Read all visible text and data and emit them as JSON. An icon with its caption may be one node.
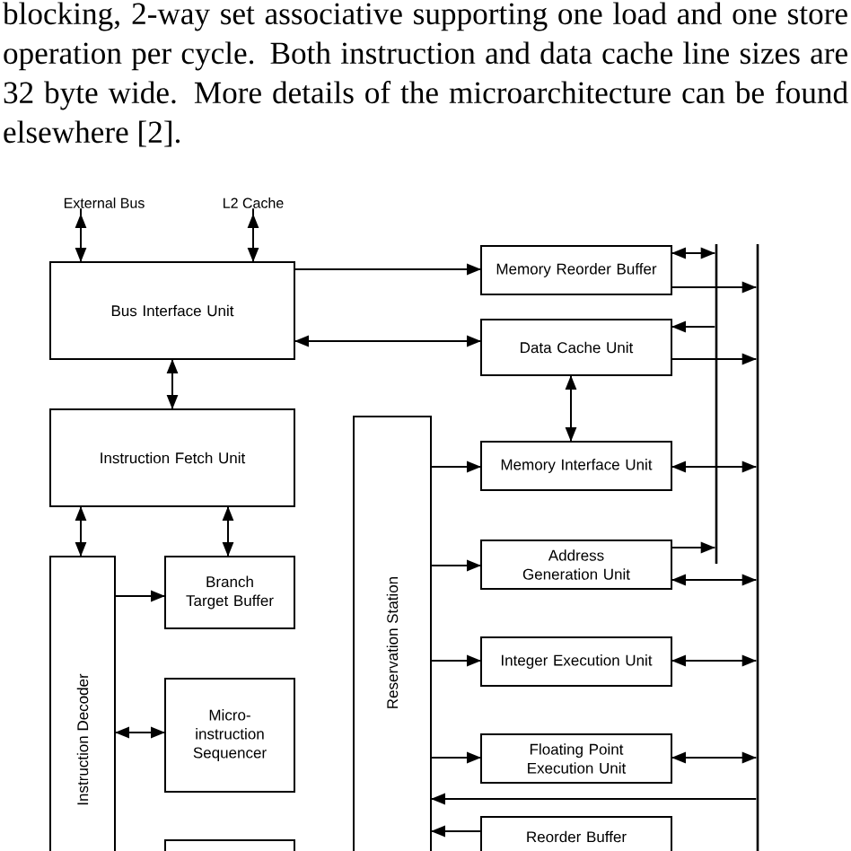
{
  "diagram": {
    "nodes": [
      {
        "text": [
          "External Bus"
        ]
      },
      {
        "text": [
          "L2 Cache"
        ]
      },
      {
        "text": [
          "Bus Interface Unit"
        ]
      },
      {
        "text": [
          "Instruction Fetch Unit"
        ]
      },
      {
        "text": [
          "Instruction Decoder"
        ]
      },
      {
        "text": [
          "Branch Target Buffer"
        ]
      },
      {
        "text": [
          "Micro-instruction Sequencer"
        ]
      },
      {
        "text": [],
        "shape": "box"
      },
      {
        "text": [
          "Reservation Station"
        ]
      },
      {
        "text": [
          "Memory Reorder Buffer"
        ]
      },
      {
        "text": [
          "Data Cache Unit"
        ]
      },
      {
        "text": [
          "Memory Interface Unit"
        ]
      },
      {
        "text": [
          "Address Generation Unit"
        ]
      },
      {
        "text": [
          "Integer Execution Unit"
        ]
      },
      {
        "text": [
          "Floating Point Execution Unit"
        ]
      },
      {
        "text": [
          "Reorder Buffer"
        ]
      },
      {
        "text": [],
        "shape": "bar"
      },
      {
        "text": [],
        "shape": "bar"
      }
    ],
    "edges": [
      {
        "from": 0,
        "to": 2,
        "arrow": "both"
      },
      {
        "from": 1,
        "to": 2,
        "arrow": "both"
      },
      {
        "from": 2,
        "to": 9,
        "arrow": "to"
      },
      {
        "from": 2,
        "to": 10,
        "arrow": "both"
      },
      {
        "from": 2,
        "to": 3,
        "arrow": "both"
      },
      {
        "from": 3,
        "to": 4,
        "arrow": "both"
      },
      {
        "from": 3,
        "to": 5,
        "arrow": "both"
      },
      {
        "from": 4,
        "to": 5,
        "arrow": "to"
      },
      {
        "from": 4,
        "to": 6,
        "arrow": "both"
      },
      {
        "from": 10,
        "to": 11,
        "arrow": "both"
      },
      {
        "from": 8,
        "to": 11,
        "arrow": "to"
      },
      {
        "from": 8,
        "to": 12,
        "arrow": "to"
      },
      {
        "from": 8,
        "to": 13,
        "arrow": "to"
      },
      {
        "from": 8,
        "to": 14,
        "arrow": "to"
      },
      {
        "from": 17,
        "to": 8,
        "arrow": "to"
      },
      {
        "from": 15,
        "to": 8,
        "arrow": "to"
      },
      {
        "from": 9,
        "to": 16,
        "arrow": "both"
      },
      {
        "from": 9,
        "to": 17,
        "arrow": "to"
      },
      {
        "from": 16,
        "to": 10,
        "arrow": "to"
      },
      {
        "from": 10,
        "to": 17,
        "arrow": "to"
      },
      {
        "from": 11,
        "to": 17,
        "arrow": "both"
      },
      {
        "from": 12,
        "to": 16,
        "arrow": "to"
      },
      {
        "from": 12,
        "to": 17,
        "arrow": "both"
      },
      {
        "from": 13,
        "to": 17,
        "arrow": "both"
      },
      {
        "from": 14,
        "to": 17,
        "arrow": "both"
      }
    ],
    "labels": [
      "blocking, 2-way set associative supporting one load and one store operation per cycle. Both instruction and data cache line sizes are 32 byte wide. More details of the microarchitecture can be found elsewhere [2]."
    ]
  }
}
